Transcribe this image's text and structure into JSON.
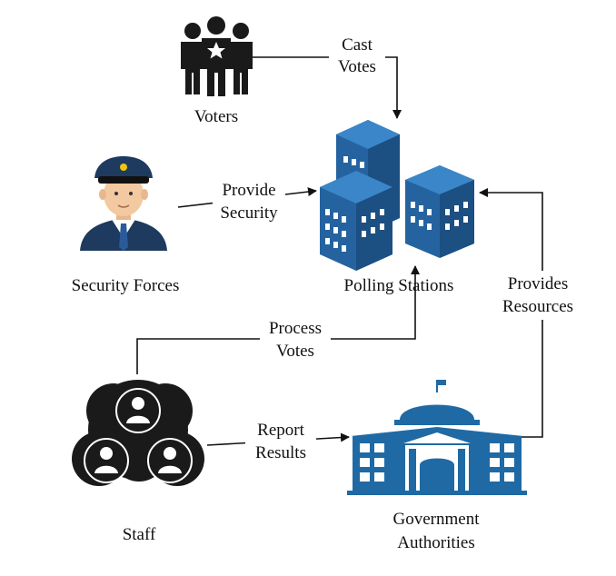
{
  "nodes": {
    "voters": "Voters",
    "security_forces": "Security Forces",
    "polling_stations": "Polling Stations",
    "staff": "Staff",
    "government_authorities_line1": "Government",
    "government_authorities_line2": "Authorities"
  },
  "edges": {
    "cast_votes": [
      "Cast",
      "Votes"
    ],
    "provide_security": [
      "Provide",
      "Security"
    ],
    "process_votes": [
      "Process",
      "Votes"
    ],
    "report_results": [
      "Report",
      "Results"
    ],
    "provides_resources": [
      "Provides",
      "Resources"
    ]
  },
  "colors": {
    "building_blue": "#2563a0",
    "building_dark": "#1c4f82",
    "building_light": "#3a86c8",
    "government_blue": "#1f6aa5",
    "icon_black": "#1a1a1a",
    "police_blue": "#1e3a5f",
    "skin": "#f2c9a0"
  },
  "icons": {
    "voters": "voters-group-icon",
    "security_forces": "police-officer-icon",
    "polling_stations": "buildings-icon",
    "staff": "team-circle-icon",
    "government_authorities": "government-building-icon"
  }
}
